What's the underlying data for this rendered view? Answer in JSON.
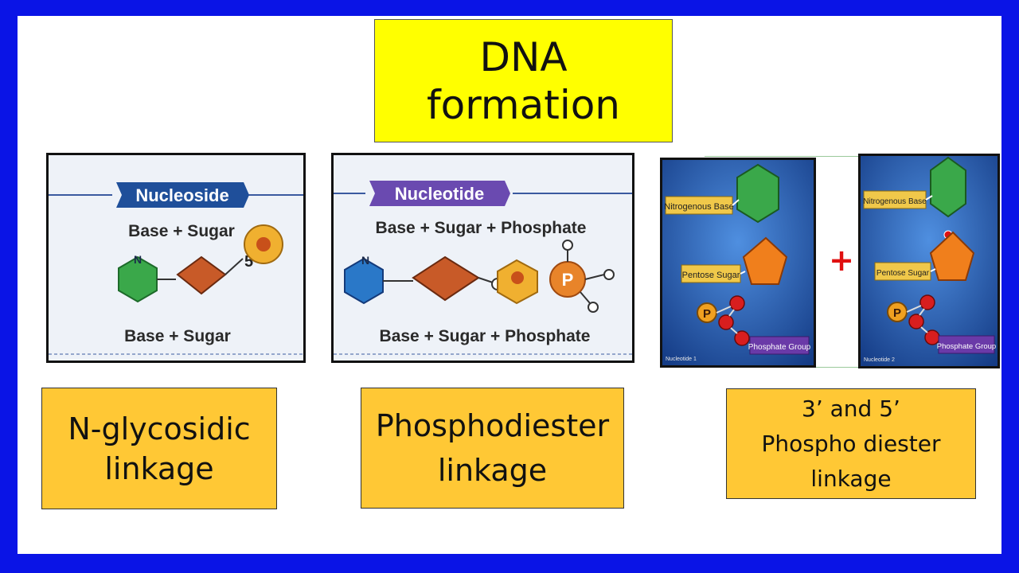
{
  "title": {
    "line1": "DNA",
    "line2": "formation"
  },
  "nucleoside": {
    "banner": "Nucleoside",
    "caption_top": "Base + Sugar",
    "caption_bottom": "Base + Sugar",
    "ring_atom": "N",
    "sugar_mark": "5"
  },
  "nucleotide": {
    "banner": "Nucleotide",
    "caption_top": "Base + Sugar + Phosphate",
    "caption_bottom": "Base + Sugar + Phosphate",
    "ring_atom": "N",
    "phosphate_symbol": "P"
  },
  "nucleotide1": {
    "base_label": "Nitrogenous Base",
    "sugar_label": "Pentose Sugar",
    "phosphate_label": "Phosphate Group",
    "phosphate_symbol": "P",
    "caption": "Nucleotide 1"
  },
  "nucleotide2": {
    "base_label": "Nitrogenous Base",
    "sugar_label": "Pentose Sugar",
    "phosphate_label": "Phosphate Group",
    "phosphate_symbol": "P",
    "caption": "Nucleotide 2"
  },
  "plus_sign": "+",
  "labels": {
    "n_glycosidic": {
      "line1": "N-glycosidic",
      "line2": "linkage"
    },
    "phosphodiester": {
      "line1": "Phosphodiester",
      "line2": "linkage"
    },
    "three_five": {
      "line1": "3’ and 5’",
      "line2": "Phospho diester",
      "line3": "linkage"
    }
  },
  "colors": {
    "frame": "#0a14e6",
    "title_bg": "#ffff00",
    "label_bg": "#ffc835",
    "plus": "#e01010",
    "card_blue": "#2a63c2",
    "base_green": "#3aa84a",
    "sugar_orange": "#f07f1c",
    "phosphate_red": "#d81e1e"
  }
}
